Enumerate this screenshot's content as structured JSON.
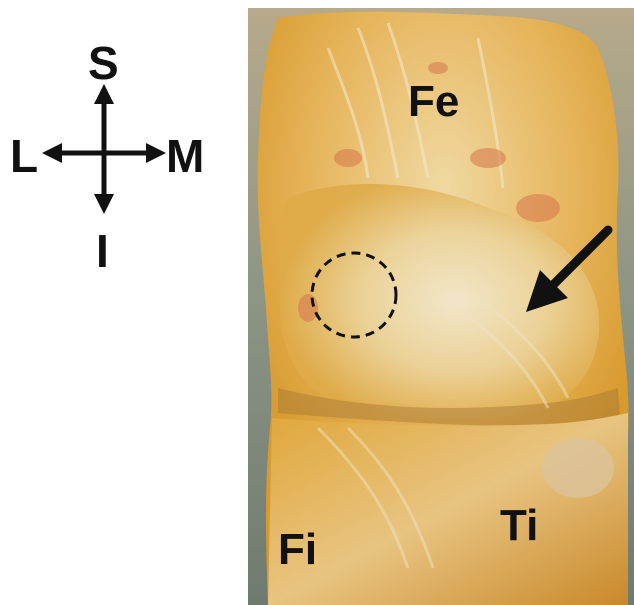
{
  "compass": {
    "superior": "S",
    "inferior": "I",
    "lateral": "L",
    "medial": "M"
  },
  "photo": {
    "labels": {
      "femur": "Fe",
      "fibula": "Fi",
      "tibia": "Ti"
    },
    "colors": {
      "tissue_yellow": "#e0a73a",
      "ligament_pale": "#efe3c4",
      "background_gray": "#7f8a80"
    },
    "annotations": {
      "dashed_circle": "dashed-circle-marker",
      "arrow": "arrow-pointer"
    }
  }
}
